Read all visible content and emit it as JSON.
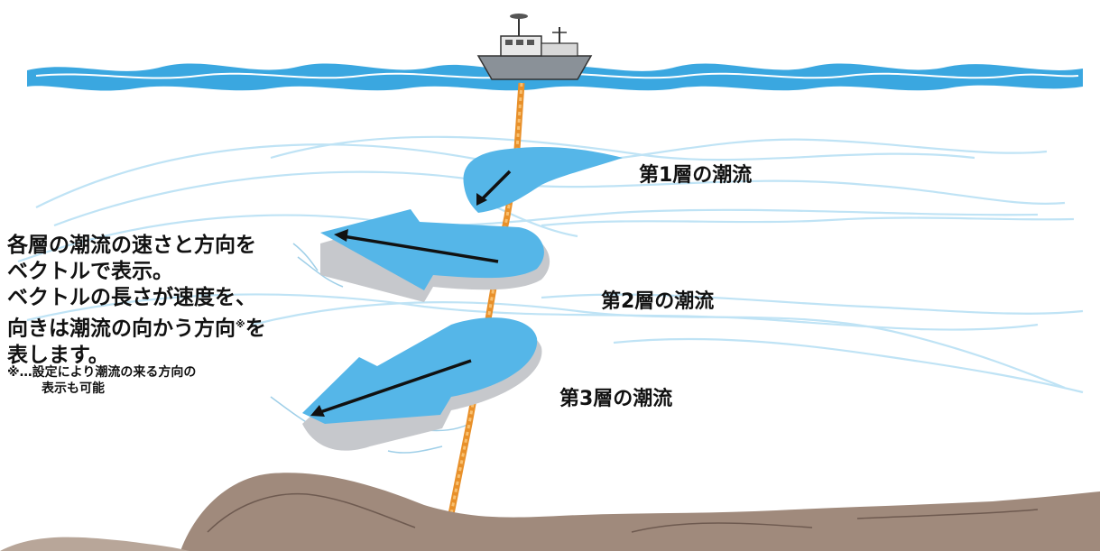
{
  "layers": [
    {
      "label": "第1層の潮流"
    },
    {
      "label": "第2層の潮流"
    },
    {
      "label": "第3層の潮流"
    }
  ],
  "description": {
    "line1": "各層の潮流の速さと方向を",
    "line2": "ベクトルで表示。",
    "line3": "ベクトルの長さが速度を、",
    "line4_main": "向きは潮流の向かう方向",
    "line4_mark": "※",
    "line4_end": "を",
    "line5": "表します。"
  },
  "footnote": {
    "line1": "※…設定により潮流の来る方向の",
    "line2": "表示も可能"
  },
  "colors": {
    "sea_surface": "#3aa7e0",
    "current_arrow": "#55b6e8",
    "arrow_shadow": "#c6c8cc",
    "line_rope": "#f0a040",
    "seabed": "#a08a7c",
    "vector": "#111111",
    "flow_lines": "#bfe3f5"
  },
  "icons": {
    "ship": "fishing-boat-icon",
    "rope": "cable-line"
  }
}
